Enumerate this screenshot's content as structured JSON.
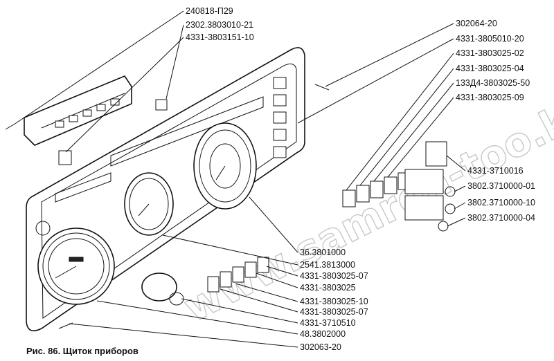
{
  "caption": "Рис. 86. Щиток приборов",
  "watermark": "www.samron-too.kz",
  "labels": {
    "l1": "240818-П29",
    "l2": "2302.3803010-21",
    "l3": "4331-3803151-10",
    "r1": "302064-20",
    "r2": "4331-3805010-20",
    "r3": "4331-3803025-02",
    "r4": "4331-3803025-04",
    "r5": "133Д4-3803025-50",
    "r6": "4331-3803025-09",
    "r7": "4331-3710016",
    "r8": "3802.3710000-01",
    "r9": "3802.3710000-10",
    "r10": "3802.3710000-04",
    "b1": "36.3801000",
    "b2": "2541.3813000",
    "b3": "4331-3803025-07",
    "b4": "4331-3803025",
    "b5": "4331-3803025-10",
    "b6": "4331-3803025-07",
    "b7": "4331-3710510",
    "b8": "48.3802000",
    "b9": "302063-20"
  }
}
